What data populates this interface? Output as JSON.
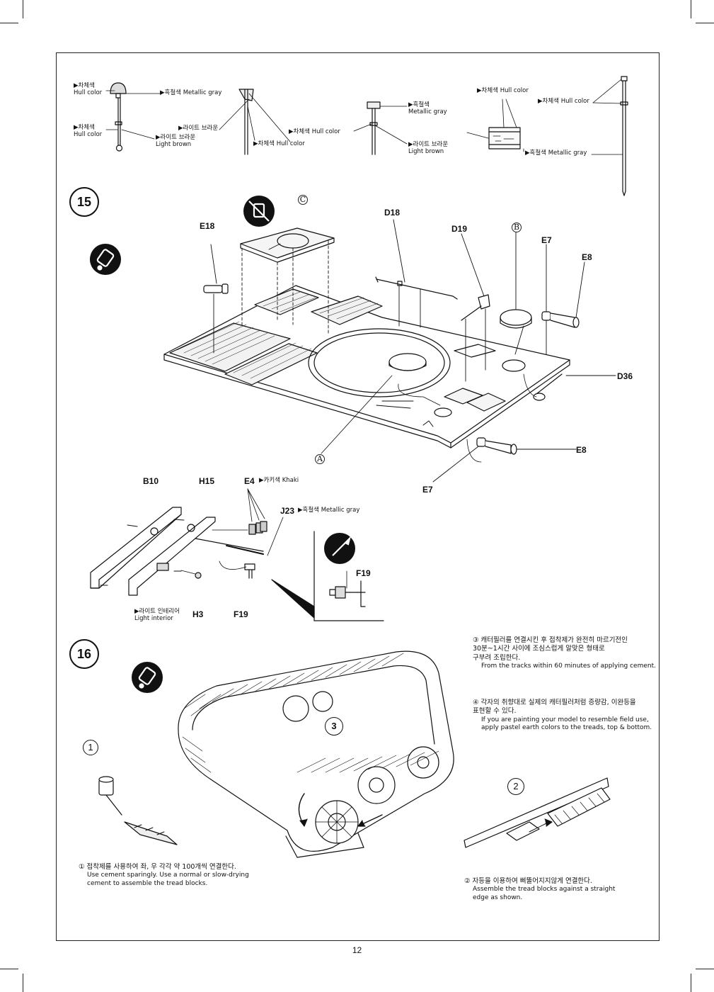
{
  "page_number": "12",
  "paint_guide": {
    "labels": [
      {
        "id": "hull1",
        "text": "▶차체색\nHull color"
      },
      {
        "id": "metal1",
        "text": "▶흑철색 Metallic gray"
      },
      {
        "id": "hull2",
        "text": "▶차체색\nHull color"
      },
      {
        "id": "lb1",
        "text": "▶라이트 브라운"
      },
      {
        "id": "lb2",
        "text": "▶라이트 브라운\nLight brown"
      },
      {
        "id": "hull3",
        "text": "▶차체색 Hull color"
      },
      {
        "id": "hull4",
        "text": "▶차체색 Hull color"
      },
      {
        "id": "metal2",
        "text": "▶흑철색\nMetallic gray"
      },
      {
        "id": "lb3",
        "text": "▶라이트 브라운\nLight brown"
      },
      {
        "id": "hull5",
        "text": "▶차체색 Hull color"
      },
      {
        "id": "hull6",
        "text": "▶차체색 Hull color"
      },
      {
        "id": "metal3",
        "text": "▶흑철색 Metallic gray"
      }
    ]
  },
  "step15": {
    "number": "15",
    "parts": {
      "e18": "E18",
      "d18": "D18",
      "d19": "D19",
      "e7a": "E7",
      "e8a": "E8",
      "d36": "D36",
      "e8b": "E8",
      "e7b": "E7",
      "b10": "B10",
      "h15": "H15",
      "e4": "E4",
      "j23": "J23",
      "h3": "H3",
      "f19a": "F19",
      "f19b": "F19"
    },
    "refs": {
      "c": "C",
      "b": "B",
      "a": "A"
    },
    "colors": {
      "e4": "▶카키색 Khaki",
      "j23": "▶흑철색 Metallic gray",
      "h3": "▶라이트 인테리어\nLight interior"
    }
  },
  "step16": {
    "number": "16",
    "sub_numbers": [
      "1",
      "2",
      "3"
    ],
    "notes": {
      "n1_ko": "① 접착제를 사용하여 좌, 우 각각 약 100개씩 연결한다.",
      "n1_en": "Use cement sparingly. Use a normal or slow-drying\ncement to assemble the tread blocks.",
      "n2_ko": "② 자등을 이용하여 삐뚤어지지않게 연결한다.",
      "n2_en": "Assemble the tread blocks against a straight\nedge as shown.",
      "n3_ko": "③ 캐터필러를 연결시킨 후 접착제가 완전히 마르기전인\n30분~1시간 사이에 조심스럽게 알맞은 형태로\n구부려 조립한다.",
      "n3_en": "From the tracks within 60 minutes of applying cement.",
      "n4_ko": "④ 각자의 취향대로 실제의 캐터필러처럼 증량감, 이완등을\n표현할 수 있다.",
      "n4_en": "If you are painting your model to resemble field use,\napply pastel earth colors to the treads, top & bottom."
    }
  }
}
